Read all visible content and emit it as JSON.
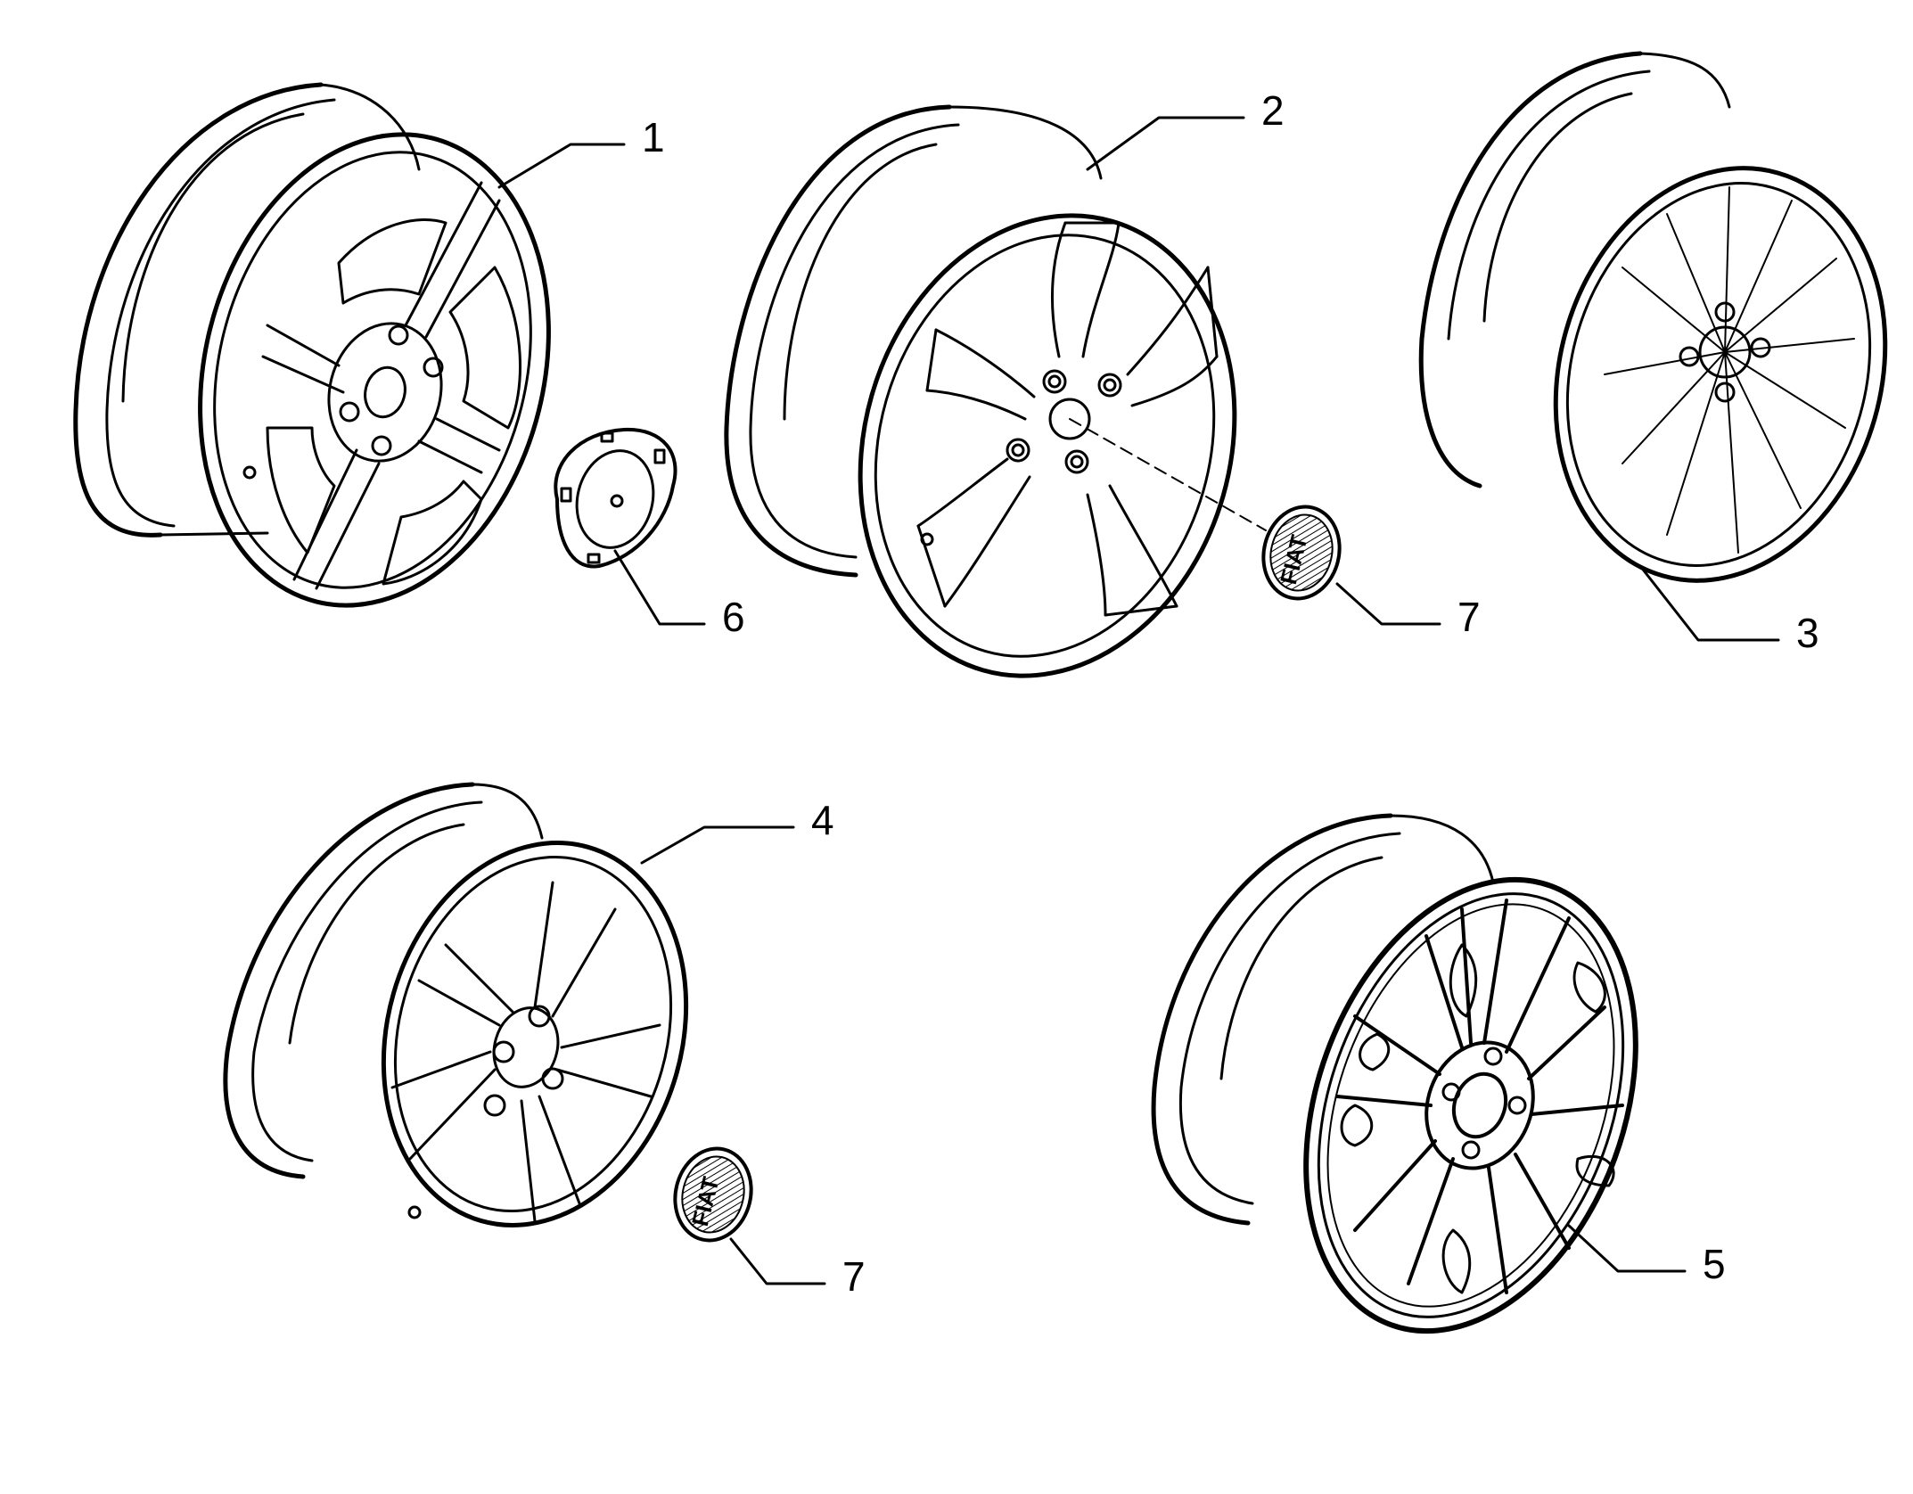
{
  "callouts": [
    {
      "id": "1",
      "label": "1"
    },
    {
      "id": "2",
      "label": "2"
    },
    {
      "id": "3",
      "label": "3"
    },
    {
      "id": "4",
      "label": "4"
    },
    {
      "id": "5",
      "label": "5"
    },
    {
      "id": "6",
      "label": "6"
    },
    {
      "id": "7a",
      "label": "7"
    },
    {
      "id": "7b",
      "label": "7"
    }
  ],
  "emblem": {
    "brand": "FIAT"
  },
  "colors": {
    "ink": "#000000",
    "paper": "#ffffff",
    "emblem_fill": "#6a6a6a"
  }
}
